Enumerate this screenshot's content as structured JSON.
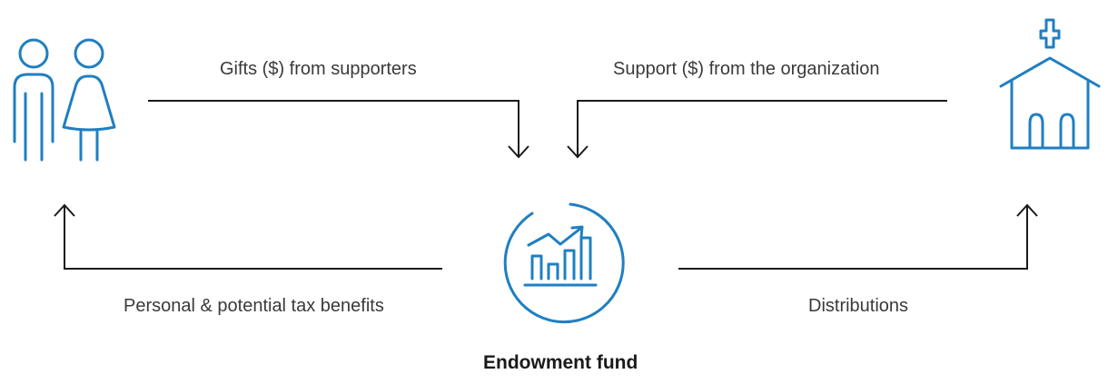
{
  "labels": {
    "gifts": "Gifts ($) from supporters",
    "support": "Support ($) from the organization",
    "tax_benefits": "Personal & potential tax benefits",
    "distributions": "Distributions",
    "fund": "Endowment fund"
  },
  "icons": {
    "supporters": "people-icon",
    "organization": "church-icon",
    "fund": "growth-chart-icon"
  },
  "colors": {
    "icon": "#1f7fc2",
    "arrow": "#1a1a1a",
    "text": "#3a3a3a"
  }
}
